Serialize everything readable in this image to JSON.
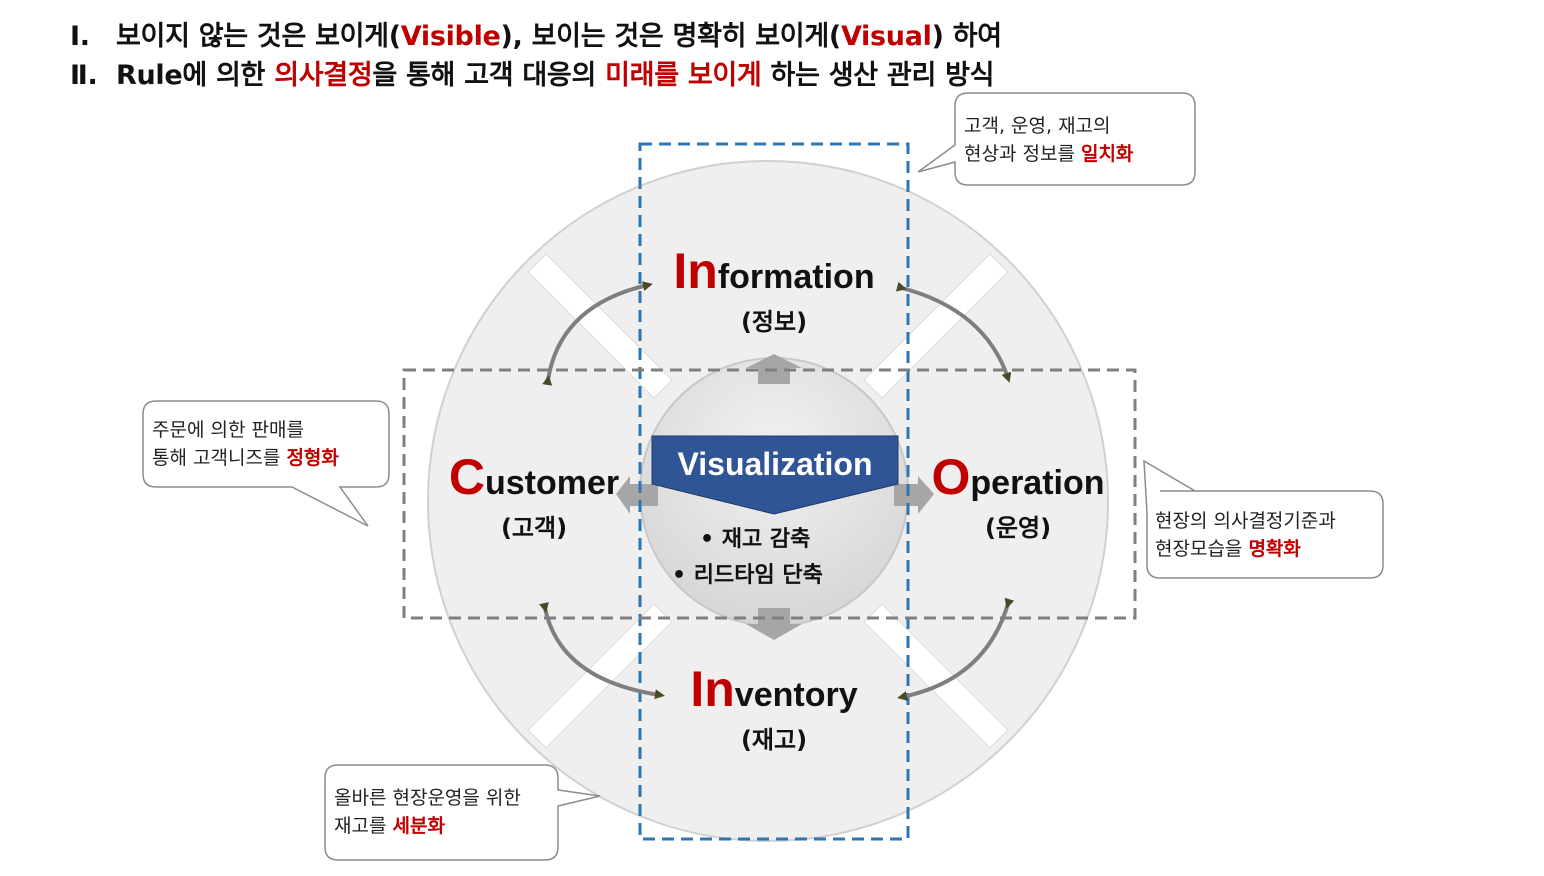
{
  "headings": [
    {
      "num": "Ⅰ.",
      "parts": [
        {
          "text": "보이지 않는 것은 보이게(",
          "red": false
        },
        {
          "text": "Visible",
          "red": true
        },
        {
          "text": "), 보이는 것은 명확히 보이게(",
          "red": false
        },
        {
          "text": "Visual",
          "red": true
        },
        {
          "text": ") 하여",
          "red": false
        }
      ]
    },
    {
      "num": "Ⅱ.",
      "parts": [
        {
          "text": "Rule에 의한 ",
          "red": false
        },
        {
          "text": "의사결정",
          "red": true
        },
        {
          "text": "을 통해 고객 대응의 ",
          "red": false
        },
        {
          "text": "미래를 보이게",
          "red": true
        },
        {
          "text": " 하는 생산 관리 방식",
          "red": false
        }
      ]
    }
  ],
  "nodes": {
    "information": {
      "cap": "In",
      "rest": "formation",
      "sub": "(정보)"
    },
    "customer": {
      "cap": "C",
      "rest": "ustomer",
      "sub": "(고객)"
    },
    "operation": {
      "cap": "O",
      "rest": "peration",
      "sub": "(운영)"
    },
    "inventory": {
      "cap": "In",
      "rest": "ventory",
      "sub": "(재고)"
    }
  },
  "center": {
    "title": "Visualization",
    "effects": [
      "• 재고 감축",
      "• 리드타임 단축"
    ]
  },
  "callouts": {
    "information": {
      "line1": "고객, 운영, 재고의",
      "line2": "현상과 정보를 ",
      "highlight": "일치화"
    },
    "customer": {
      "line1": "주문에 의한 판매를",
      "line2": "통해 고객니즈를 ",
      "highlight": "정형화"
    },
    "operation": {
      "line1": "현장의 의사결정기준과",
      "line2": "현장모습을 ",
      "highlight": "명확화"
    },
    "inventory": {
      "line1": "올바른 현장운영을 위한",
      "line2": "재고를 ",
      "highlight": "세분화"
    }
  },
  "colors": {
    "accent_red": "#c00000",
    "center_banner": "#2f5597",
    "dashed_vertical": "#2e75b6",
    "dashed_horizontal": "#7f7f7f",
    "cycle_arrowhead": "#4a4a2a"
  }
}
